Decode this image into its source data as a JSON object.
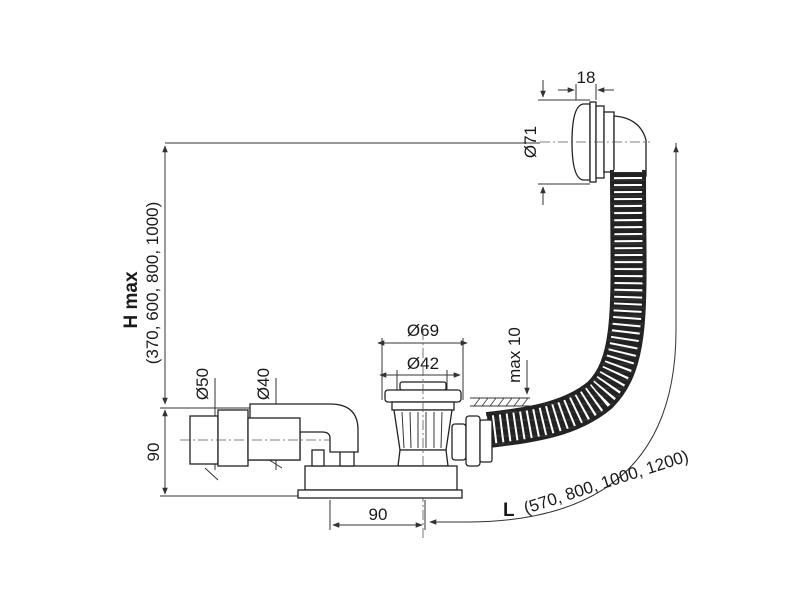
{
  "labels": {
    "d71": "Ø71",
    "w18": "18",
    "d69": "Ø69",
    "d42": "Ø42",
    "max10": "max 10",
    "d50": "Ø50",
    "d40": "Ø40",
    "h90": "90",
    "w90": "90",
    "h_max_title": "H max",
    "h_max_values": "(370, 600, 800, 1000)",
    "l_title": "L",
    "l_values": "(570, 800, 1000, 1200)"
  }
}
